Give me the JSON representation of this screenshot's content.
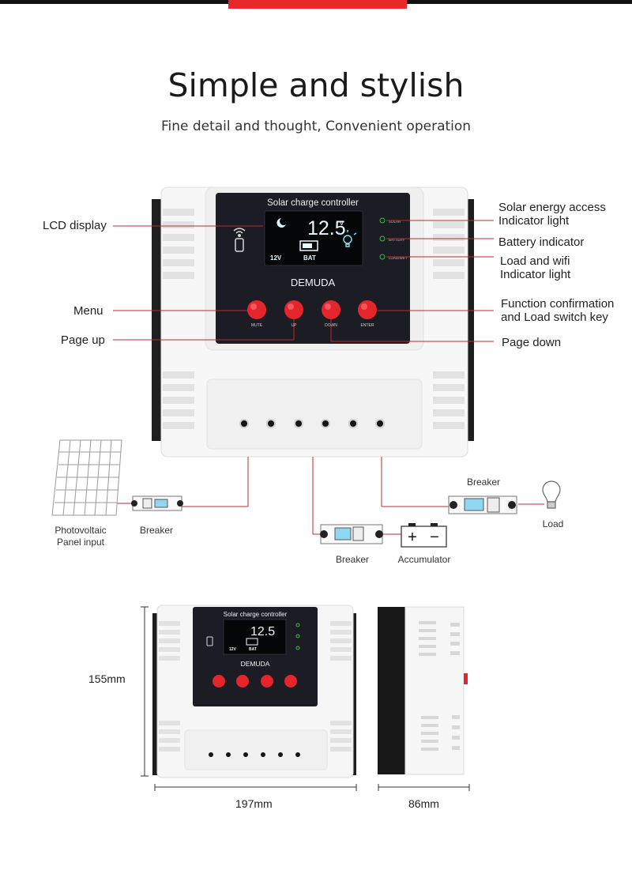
{
  "header": {
    "title": "Simple and stylish",
    "subtitle": "Fine detail and thought, Convenient operation"
  },
  "controller": {
    "panel_title": "Solar charge controller",
    "brand": "DEMUDA",
    "lcd_value": "12.5",
    "lcd_unit": "v",
    "lcd_system": "12V",
    "lcd_battery": "BAT",
    "indicators": [
      "SOLAR",
      "BATTERY",
      "LOAD/WIFI"
    ],
    "buttons": [
      "MUTE",
      "UP",
      "DOWN",
      "ENTER"
    ]
  },
  "callouts": {
    "lcd_display": "LCD display",
    "menu": "Menu",
    "page_up": "Page up",
    "solar_access_1": "Solar energy access",
    "solar_access_2": "Indicator light",
    "battery_indicator": "Battery indicator",
    "load_wifi_1": "Load and wifi",
    "load_wifi_2": "Indicator light",
    "function_1": "Function confirmation",
    "function_2": "and Load switch key",
    "page_down": "Page down"
  },
  "wiring": {
    "pv_line1": "Photovoltaic",
    "pv_line2": "Panel input",
    "breaker_pv": "Breaker",
    "breaker_battery": "Breaker",
    "accumulator": "Accumulator",
    "breaker_load": "Breaker",
    "load": "Load"
  },
  "dimensions": {
    "height": "155mm",
    "width": "197mm",
    "depth": "86mm"
  },
  "colors": {
    "accent_red": "#e8282a",
    "button_red": "#e4252b",
    "panel_dark": "#1b1c24",
    "lcd_cyan": "#7fe3ff",
    "leader_line": "#c0282c"
  }
}
